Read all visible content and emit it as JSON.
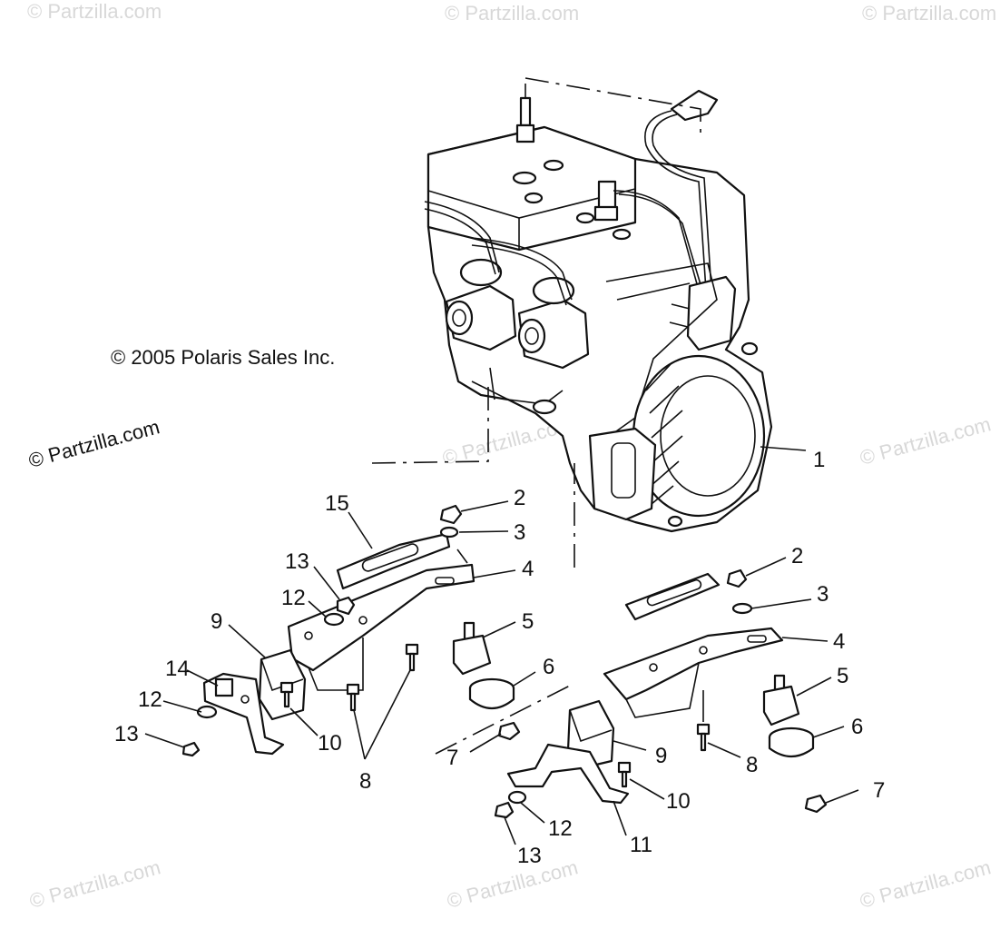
{
  "copyright": "© 2005 Polaris Sales Inc.",
  "watermark": "© Partzilla.com",
  "colors": {
    "ink": "#111111",
    "watermark": "#d8d8d8",
    "background": "#ffffff"
  },
  "callouts": {
    "c1": "1",
    "c2a": "2",
    "c2b": "2",
    "c3a": "3",
    "c3b": "3",
    "c4a": "4",
    "c4b": "4",
    "c5a": "5",
    "c5b": "5",
    "c6a": "6",
    "c6b": "6",
    "c7a": "7",
    "c7b": "7",
    "c8a": "8",
    "c8b": "8",
    "c9a": "9",
    "c9b": "9",
    "c10a": "10",
    "c10b": "10",
    "c11": "11",
    "c12a": "12",
    "c12b": "12",
    "c12c": "12",
    "c13a": "13",
    "c13b": "13",
    "c13c": "13",
    "c14": "14",
    "c15": "15"
  }
}
